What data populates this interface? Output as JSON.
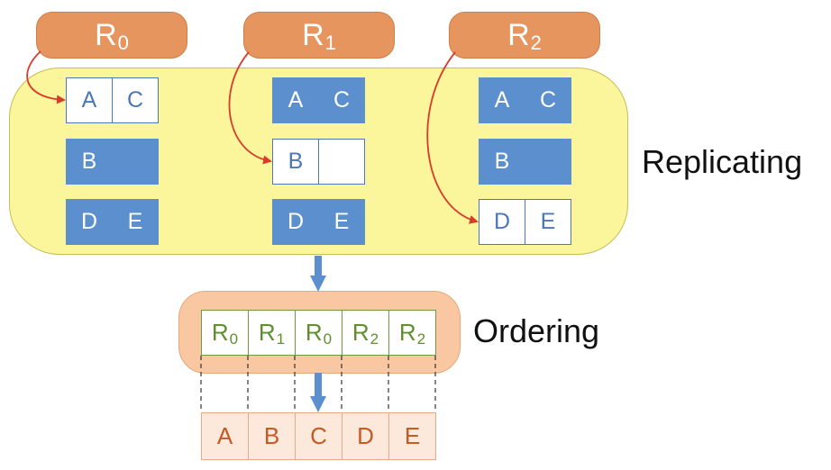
{
  "replicas": [
    {
      "base": "R",
      "sub": "0"
    },
    {
      "base": "R",
      "sub": "1"
    },
    {
      "base": "R",
      "sub": "2"
    }
  ],
  "replica_blocks": [
    [
      [
        "A",
        "C"
      ],
      [
        "B",
        ""
      ],
      [
        "D",
        "E"
      ]
    ],
    [
      [
        "A",
        "C"
      ],
      [
        "B",
        ""
      ],
      [
        "D",
        "E"
      ]
    ],
    [
      [
        "A",
        "C"
      ],
      [
        "B",
        ""
      ],
      [
        "D",
        "E"
      ]
    ]
  ],
  "highlighted_row": [
    0,
    1,
    2
  ],
  "stages": {
    "replicating": "Replicating",
    "ordering": "Ordering"
  },
  "order_sequence": [
    {
      "base": "R",
      "sub": "0"
    },
    {
      "base": "R",
      "sub": "1"
    },
    {
      "base": "R",
      "sub": "0"
    },
    {
      "base": "R",
      "sub": "2"
    },
    {
      "base": "R",
      "sub": "2"
    }
  ],
  "output": [
    "A",
    "B",
    "C",
    "D",
    "E"
  ],
  "colors": {
    "pill": "#e6955f",
    "replicating_region": "#fbf59b",
    "block_fill": "#5b8fcd",
    "ordering_region": "#f9c8a3",
    "sequence_text": "#5f8f31",
    "output_text": "#c55a22",
    "pointer_arrow": "#d93b2b",
    "flow_arrow": "#5b8fcd"
  }
}
